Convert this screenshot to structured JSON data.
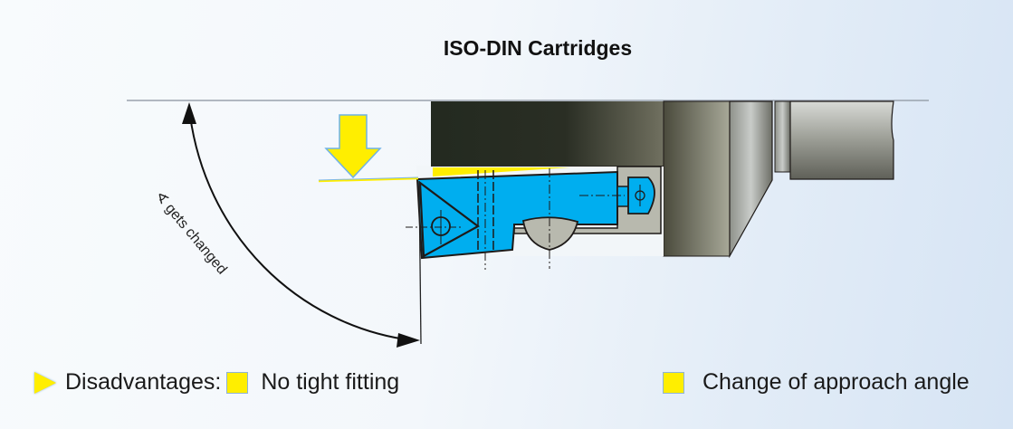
{
  "title": "ISO-DIN Cartridges",
  "diagram": {
    "angle_symbol": "∢",
    "angle_label": "gets changed",
    "colors": {
      "cartridge_blue": "#00aeef",
      "highlight_yellow": "#ffee00",
      "holder_dark": "#232a20",
      "clamp_gray": "#b8b9ae"
    }
  },
  "legend": {
    "bullet_icon": "yellow-triangle",
    "heading": "Disadvantages:",
    "items": [
      {
        "icon": "yellow-square",
        "label": "No tight fitting"
      },
      {
        "icon": "yellow-square",
        "label": "Change of approach angle"
      }
    ]
  }
}
